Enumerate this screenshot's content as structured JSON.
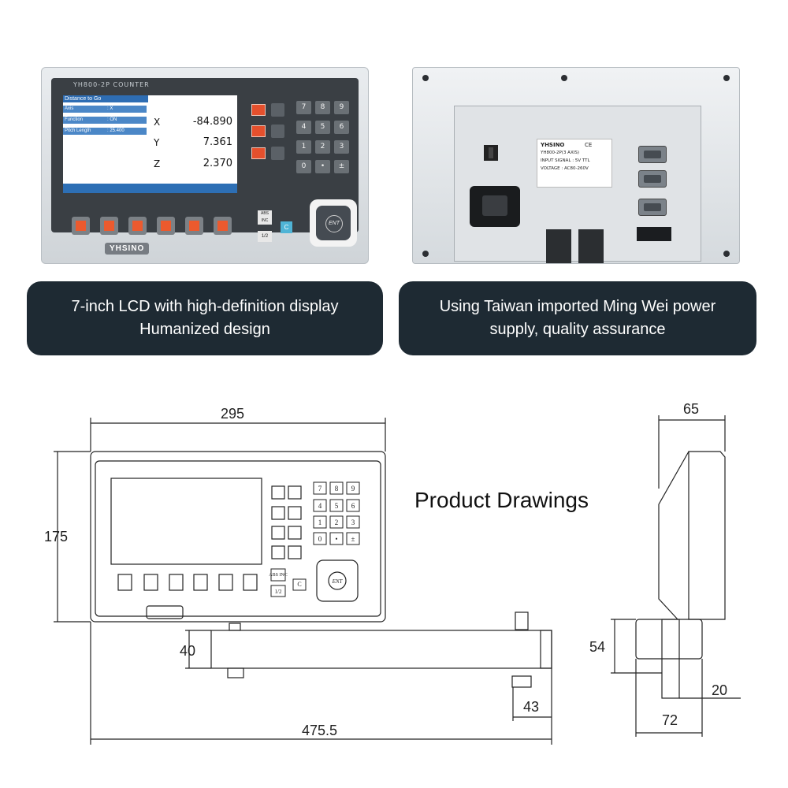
{
  "front": {
    "model": "YH800-2P COUNTER",
    "lcd_header": "Distance to Go",
    "rows": [
      {
        "label": "Axis",
        "value": ": X"
      },
      {
        "label": "Function",
        "value": ": ON"
      },
      {
        "label": "Pitch Length",
        "value": ": 25.400"
      }
    ],
    "axes": [
      {
        "name": "X",
        "value": "-84.890"
      },
      {
        "name": "Y",
        "value": "7.361"
      },
      {
        "name": "Z",
        "value": "2.370"
      }
    ],
    "keypad": [
      "7",
      "8",
      "9",
      "4",
      "5",
      "6",
      "1",
      "2",
      "3",
      "0",
      "•",
      "±"
    ],
    "abs_inc": "ABS INC",
    "half": "1/2",
    "clear": "C",
    "enter": "ENT",
    "brand": "YHSINO"
  },
  "back": {
    "brand": "YHSINO",
    "ce": "CE",
    "model": "YH800-2P(3 AXIS)",
    "input_signal": "INPUT SIGNAL : 5V TTL",
    "voltage": "VOLTAGE : AC80-260V"
  },
  "banners": {
    "left_line1": "7-inch LCD with high-definition display",
    "left_line2": "Humanized design",
    "right_line1": "Using Taiwan imported Ming Wei power",
    "right_line2": "supply, quality assurance"
  },
  "drawing": {
    "title": "Product Drawings",
    "dims": {
      "width": "295",
      "height": "175",
      "arm_height": "40",
      "bracket_offset": "43",
      "total_length": "475.5",
      "depth": "65",
      "bracket_h": "54",
      "bracket_off": "20",
      "bracket_w": "72"
    },
    "keypad": [
      "7",
      "8",
      "9",
      "4",
      "5",
      "6",
      "1",
      "2",
      "3",
      "0",
      "•",
      "±"
    ],
    "abs_inc": "ABS INC",
    "half": "1/2",
    "clear": "C",
    "enter": "ENT"
  }
}
